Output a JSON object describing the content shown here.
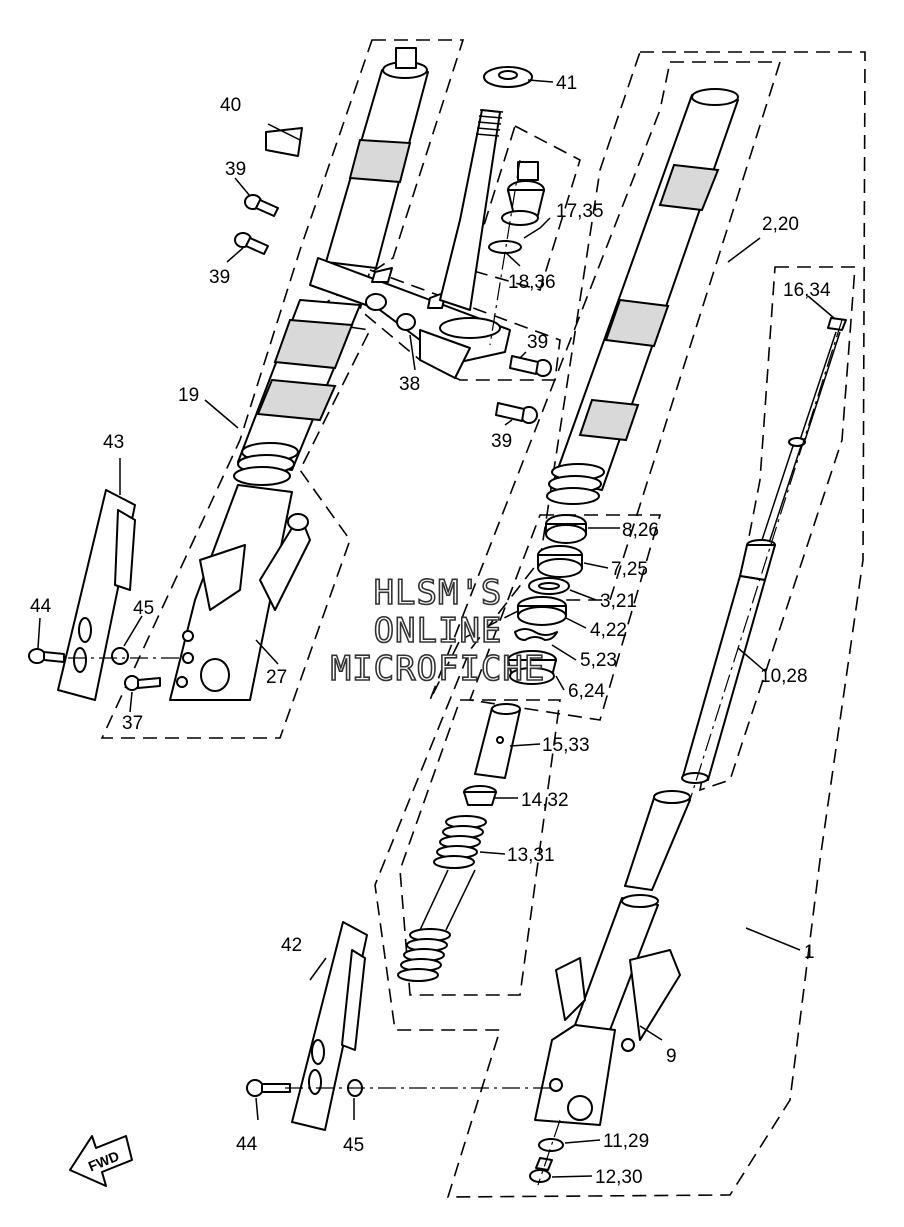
{
  "watermark": {
    "line1": "HLSM'S",
    "line2": "ONLINE",
    "line3": "MICROFICHE"
  },
  "fwd_marker": "FWD",
  "callouts": {
    "c1": "1",
    "c2_20": "2,20",
    "c3_21": "3,21",
    "c4_22": "4,22",
    "c5_23": "5,23",
    "c6_24": "6,24",
    "c7_25": "7,25",
    "c8_26": "8,26",
    "c9": "9",
    "c10_28": "10,28",
    "c11_29": "11,29",
    "c12_30": "12,30",
    "c13_31": "13,31",
    "c14_32": "14,32",
    "c15_33": "15,33",
    "c16_34": "16,34",
    "c17_35": "17,35",
    "c18_36": "18,36",
    "c19": "19",
    "c27": "27",
    "c37": "37",
    "c38": "38",
    "c39_a": "39",
    "c39_b": "39",
    "c39_c": "39",
    "c39_d": "39",
    "c40": "40",
    "c41": "41",
    "c42": "42",
    "c43": "43",
    "c44_a": "44",
    "c44_b": "44",
    "c45_a": "45",
    "c45_b": "45"
  }
}
